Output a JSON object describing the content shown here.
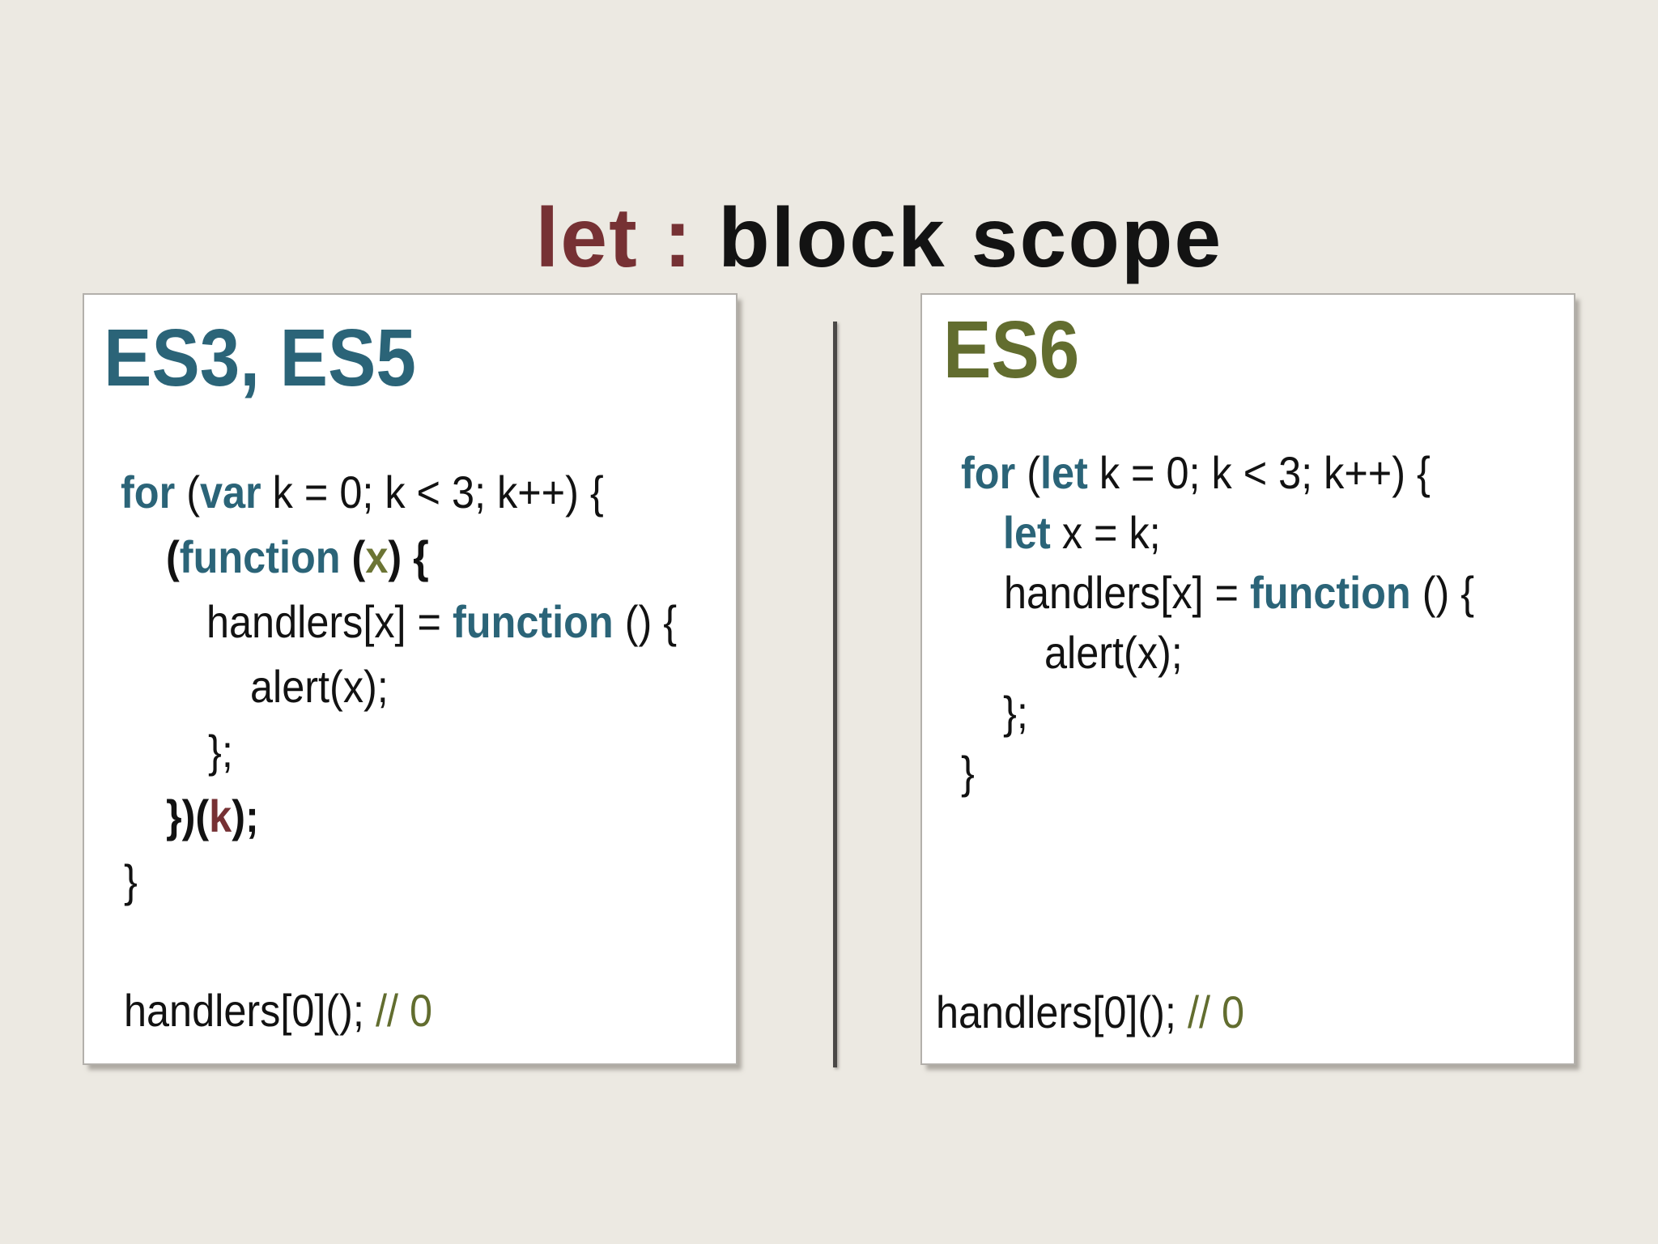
{
  "slide": {
    "background_color": "#ECE9E2",
    "divider_color": "#4A4846"
  },
  "colors": {
    "maroon": "#763134",
    "teal": "#2B6478",
    "olive": "#626D2F",
    "olive_var": "#6B7434",
    "code_black": "#121212",
    "panel_bg": "#FFFFFF",
    "panel_border": "#B3B0AB"
  },
  "title": {
    "segments": [
      {
        "text": "let : ",
        "style": "maroon"
      },
      {
        "text": "block scope",
        "style": "black"
      }
    ]
  },
  "panels": [
    {
      "id": "es3-es5",
      "heading": "ES3, ES5",
      "heading_style": "teal",
      "code_lines": [
        {
          "indent": 45,
          "segments": [
            {
              "text": "for",
              "style": "keyword"
            },
            {
              "text": " (",
              "style": "plain"
            },
            {
              "text": "var",
              "style": "keyword"
            },
            {
              "text": " k = 0; k < 3; k++) {",
              "style": "plain"
            }
          ]
        },
        {
          "indent": 101,
          "segments": [
            {
              "text": "(",
              "style": "bold"
            },
            {
              "text": "function",
              "style": "keyword"
            },
            {
              "text": " (",
              "style": "bold"
            },
            {
              "text": "x",
              "style": "var-olive"
            },
            {
              "text": ") {",
              "style": "bold"
            }
          ]
        },
        {
          "indent": 151,
          "segments": [
            {
              "text": "handlers[x] = ",
              "style": "plain"
            },
            {
              "text": "function",
              "style": "keyword"
            },
            {
              "text": " () {",
              "style": "plain"
            }
          ]
        },
        {
          "indent": 205,
          "segments": [
            {
              "text": "alert(x);",
              "style": "plain"
            }
          ]
        },
        {
          "indent": 153,
          "segments": [
            {
              "text": "};",
              "style": "plain"
            }
          ]
        },
        {
          "indent": 101,
          "segments": [
            {
              "text": "})(",
              "style": "bold"
            },
            {
              "text": "k",
              "style": "var-maroon"
            },
            {
              "text": ");",
              "style": "bold"
            }
          ]
        },
        {
          "indent": 49,
          "segments": [
            {
              "text": "}",
              "style": "plain"
            }
          ]
        },
        {
          "indent": 49,
          "segments": []
        },
        {
          "indent": 49,
          "segments": [
            {
              "text": "handlers[0](); ",
              "style": "plain"
            },
            {
              "text": "// 0",
              "style": "comment"
            }
          ]
        }
      ]
    },
    {
      "id": "es6",
      "heading": "ES6",
      "heading_style": "olive",
      "code_lines": [
        {
          "indent": 48,
          "segments": [
            {
              "text": "for",
              "style": "keyword"
            },
            {
              "text": " (",
              "style": "plain"
            },
            {
              "text": "let",
              "style": "keyword"
            },
            {
              "text": " k = 0; k < 3; k++) {",
              "style": "plain"
            }
          ]
        },
        {
          "indent": 100,
          "segments": [
            {
              "text": "let",
              "style": "keyword"
            },
            {
              "text": " x = k;",
              "style": "plain"
            }
          ]
        },
        {
          "indent": 101,
          "segments": [
            {
              "text": "handlers[x] = ",
              "style": "plain"
            },
            {
              "text": "function",
              "style": "keyword"
            },
            {
              "text": " () {",
              "style": "plain"
            }
          ]
        },
        {
          "indent": 151,
          "segments": [
            {
              "text": "alert(x);",
              "style": "plain"
            }
          ]
        },
        {
          "indent": 100,
          "segments": [
            {
              "text": "};",
              "style": "plain"
            }
          ]
        },
        {
          "indent": 48,
          "segments": [
            {
              "text": "}",
              "style": "plain"
            }
          ]
        },
        {
          "indent": 48,
          "segments": []
        },
        {
          "indent": 48,
          "segments": []
        },
        {
          "indent": 48,
          "segments": []
        },
        {
          "indent": 17,
          "segments": [
            {
              "text": "handlers[0](); ",
              "style": "plain"
            },
            {
              "text": "// 0",
              "style": "comment"
            }
          ]
        }
      ]
    }
  ]
}
